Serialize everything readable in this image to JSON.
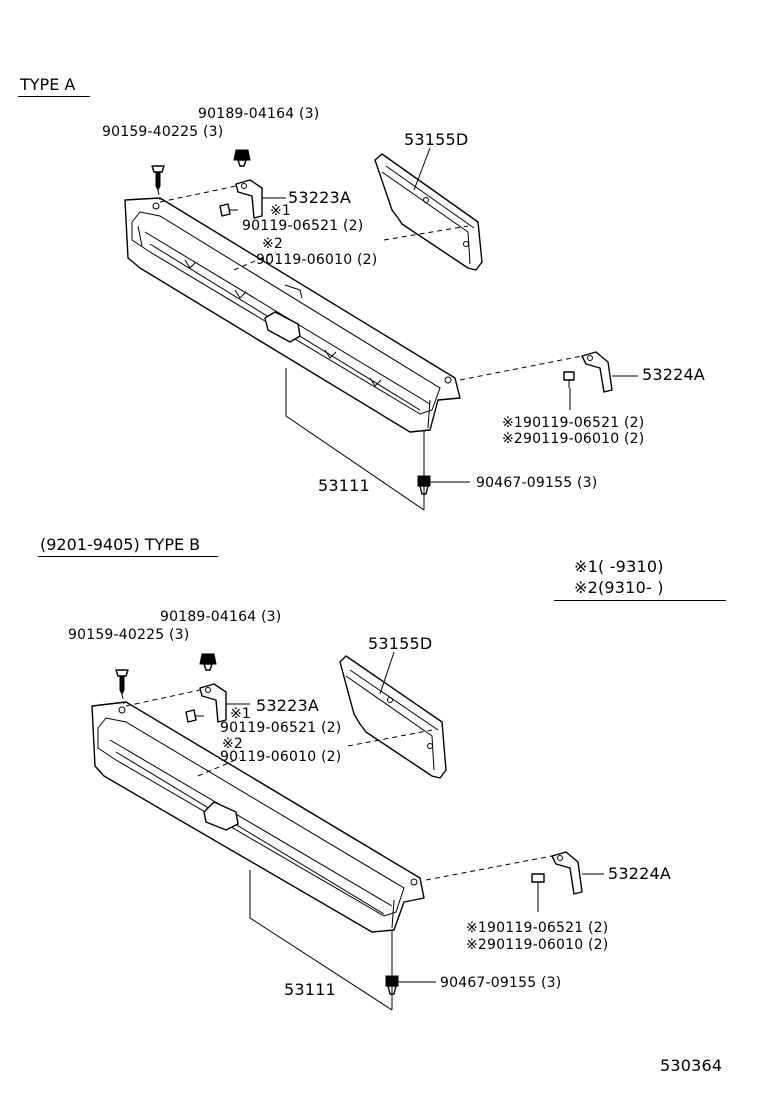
{
  "type_a": {
    "title": "TYPE A",
    "labels": {
      "p90189": "90189-04164 (3)",
      "p90159": "90159-40225 (3)",
      "p53155d": "53155D",
      "p53223a": "53223A",
      "note1": "※1",
      "p90119a": "90119-06521 (2)",
      "note2": "※2",
      "p90119b": "90119-06010 (2)",
      "p53224a": "53224A",
      "r1": "※190119-06521 (2)",
      "r2": "※290119-06010 (2)",
      "p53111": "53111",
      "p90467": "90467-09155 (3)"
    }
  },
  "type_b": {
    "title": "(9201-9405) TYPE B",
    "labels": {
      "p90189": "90189-04164 (3)",
      "p90159": "90159-40225 (3)",
      "p53155d": "53155D",
      "p53223a": "53223A",
      "note1": "※1",
      "p90119a": "90119-06521 (2)",
      "note2": "※2",
      "p90119b": "90119-06010 (2)",
      "p53224a": "53224A",
      "r1": "※190119-06521 (2)",
      "r2": "※290119-06010 (2)",
      "p53111": "53111",
      "p90467": "90467-09155 (3)"
    }
  },
  "legend": {
    "line1": "※1(      -9310)",
    "line2": "※2(9310-        )"
  },
  "figure_number": "530364"
}
